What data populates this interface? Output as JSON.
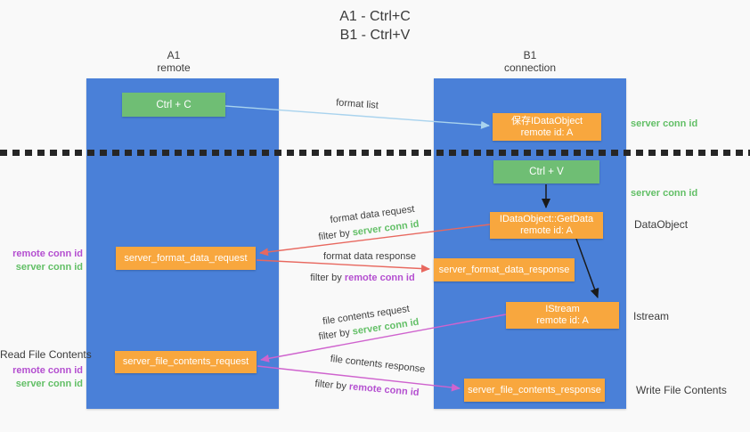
{
  "title": {
    "line1": "A1 - Ctrl+C",
    "line2": "B1 - Ctrl+V"
  },
  "lanes": {
    "left": {
      "id": "A1",
      "role": "remote"
    },
    "right": {
      "id": "B1",
      "role": "connection"
    }
  },
  "nodes": {
    "ctrl_c": "Ctrl + C",
    "save_dataobject": {
      "line1": "保存IDataObject",
      "line2": "remote id: A"
    },
    "ctrl_v": "Ctrl + V",
    "getdata": {
      "line1": "IDataObject::GetData",
      "line2": "remote id: A"
    },
    "format_request": "server_format_data_request",
    "format_response": "server_format_data_response",
    "istream": {
      "line1": "IStream",
      "line2": "remote id: A"
    },
    "file_request": "server_file_contents_request",
    "file_response": "server_file_contents_response"
  },
  "labels": {
    "server_conn_id": "server conn id",
    "remote_conn_id": "remote conn id",
    "dataobject": "DataObject",
    "istream": "Istream",
    "read_file_contents": "Read File Contents",
    "write_file_contents": "Write File Contents",
    "format_list": "format list",
    "format_data_request": "format data request",
    "format_data_response": "format data response",
    "file_contents_request": "file contents request",
    "file_contents_response": "file contents response",
    "filter_by": "filter by"
  },
  "colors": {
    "lane_blue": "#4a80d8",
    "node_green": "#6fbe74",
    "node_orange": "#f8a73e",
    "conn_id_green": "#62bf66",
    "conn_id_purple": "#b44fd0",
    "arrow_light_blue": "#a9d3ee",
    "arrow_red": "#e8685f",
    "arrow_magenta": "#cf63ce",
    "arrow_black": "#1a1a1a",
    "text_dark": "#3b3b3b",
    "background": "#f9f9f9"
  }
}
